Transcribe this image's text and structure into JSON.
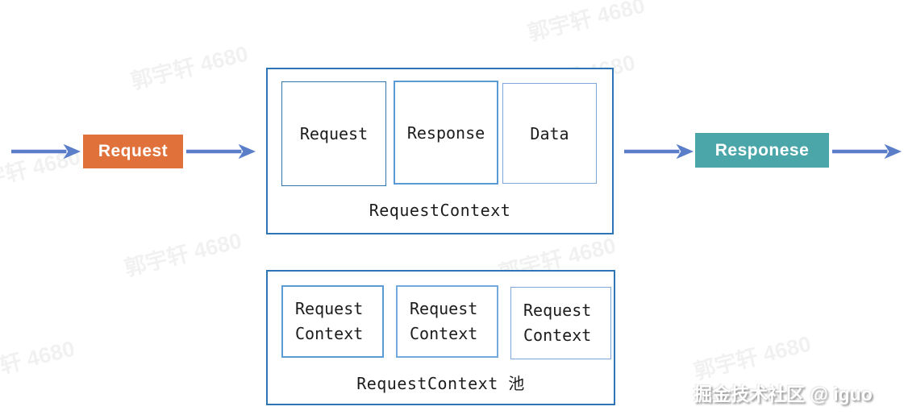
{
  "diagram": {
    "request_tag": "Request",
    "response_tag": "Responese",
    "context_box": {
      "items": [
        "Request",
        "Response",
        "Data"
      ],
      "label": "RequestContext"
    },
    "pool_box": {
      "items": [
        {
          "line1": "Request",
          "line2": "Context"
        },
        {
          "line1": "Request",
          "line2": "Context"
        },
        {
          "line1": "Request",
          "line2": "Context"
        }
      ],
      "label": "RequestContext 池"
    }
  },
  "watermarks": {
    "diagonal_text": "郭宇轩 4680",
    "credit_text": "掘金技术社区 @ iguo"
  },
  "colors": {
    "request_tag_bg": "#E0713A",
    "response_tag_bg": "#4BA6AA",
    "outer_box_border": "#2E75B6",
    "inner_box_border": "#5B9BD5",
    "arrow": "#5B7EC9"
  }
}
